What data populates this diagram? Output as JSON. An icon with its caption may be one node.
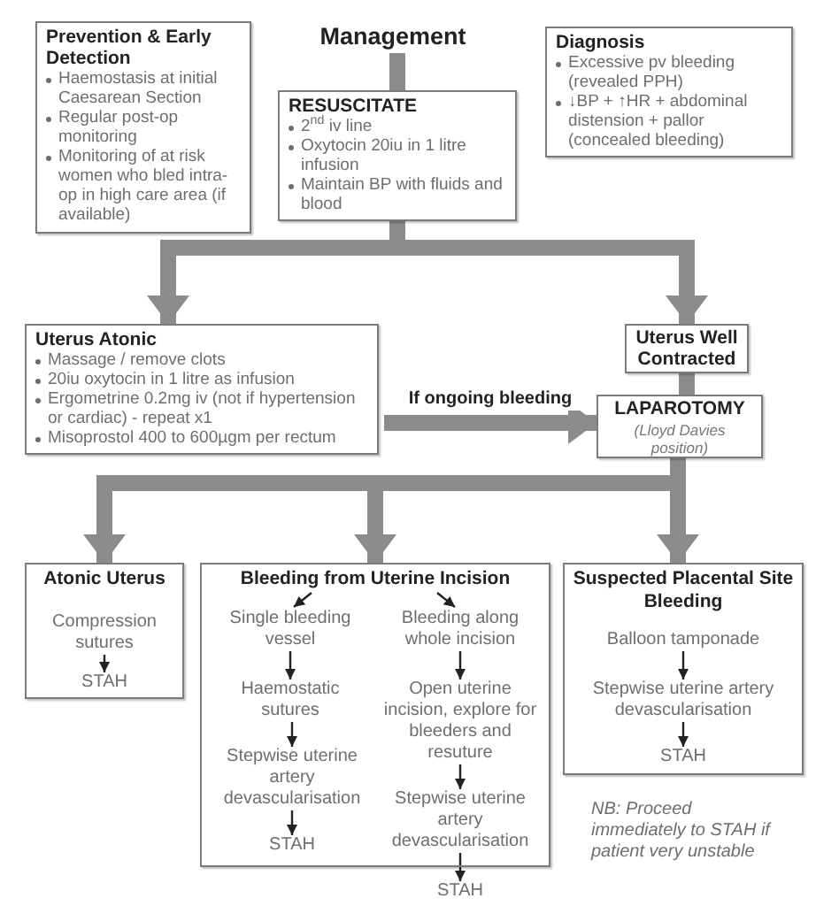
{
  "diagram": {
    "nodes": [
      {
        "text": [
          "Prevention & Early Detection",
          "Haemostasis at initial Caesarean Section",
          "Regular post-op monitoring",
          "Monitoring of at risk women who bled intra-op in high care area (if available)"
        ]
      },
      {
        "text": [
          "Management"
        ]
      },
      {
        "text": [
          "RESUSCITATE",
          "2$^{nd}$ iv line",
          "Oxytocin 20iu in 1 litre infusion",
          "Maintain BP with fluids and blood"
        ]
      },
      {
        "text": [
          "Diagnosis",
          "Excessive pv bleeding (revealed PPH)",
          "↓BP + ↑HR + abdominal distension + pallor (concealed bleeding)"
        ]
      },
      {
        "text": [
          "Uterus Atonic",
          "Massage / remove clots",
          "20iu oxytocin in 1 litre as infusion",
          "Ergometrine 0.2mg iv (not if hypertension or cardiac) - repeat x1",
          "Misoprostol 400 to 600µgm per rectum"
        ]
      },
      {
        "text": [
          "Uterus Well Contracted"
        ]
      },
      {
        "text": [
          "LAPAROTOMY",
          "(Lloyd Davies position)"
        ]
      },
      {
        "text": [
          "Atonic Uterus"
        ]
      },
      {
        "text": [
          "Compression sutures"
        ],
        "in": 7
      },
      {
        "text": [
          "STAH"
        ],
        "in": 7
      },
      {
        "text": [
          "Bleeding from Uterine Incision"
        ]
      },
      {
        "text": [
          "Single bleeding vessel"
        ],
        "in": 10
      },
      {
        "text": [
          "Haemostatic sutures"
        ],
        "in": 10
      },
      {
        "text": [
          "Stepwise uterine artery devascularisation"
        ],
        "in": 10
      },
      {
        "text": [
          "STAH"
        ],
        "in": 10
      },
      {
        "text": [
          "Bleeding along whole incision"
        ],
        "in": 10
      },
      {
        "text": [
          "Open uterine incision, explore for bleeders and resuture"
        ],
        "in": 10
      },
      {
        "text": [
          "Stepwise uterine artery devascularisation"
        ],
        "in": 10
      },
      {
        "text": [
          "STAH"
        ]
      },
      {
        "text": [
          "Suspected Placental Site Bleeding"
        ]
      },
      {
        "text": [
          "Balloon tamponade"
        ],
        "in": 19
      },
      {
        "text": [
          "Stepwise uterine artery devascularisation"
        ],
        "in": 19
      },
      {
        "text": [
          "STAH"
        ],
        "in": 19
      }
    ],
    "edges": [
      {
        "from": 1,
        "to": 2,
        "arrow": "none",
        "style": "thick",
        "color": "#8c8c8c"
      },
      {
        "from": 2,
        "to": 4,
        "arrow": "to",
        "style": "thick",
        "color": "#8c8c8c"
      },
      {
        "from": 2,
        "to": 5,
        "arrow": "to",
        "style": "thick",
        "color": "#8c8c8c"
      },
      {
        "from": 4,
        "to": 6,
        "arrow": "to",
        "label": "If ongoing bleeding",
        "style": "thick",
        "color": "#8c8c8c"
      },
      {
        "from": 5,
        "to": 6,
        "arrow": "none",
        "style": "thick",
        "color": "#8c8c8c"
      },
      {
        "from": 6,
        "to": 7,
        "arrow": "to",
        "style": "thick",
        "color": "#8c8c8c"
      },
      {
        "from": 6,
        "to": 10,
        "arrow": "to",
        "style": "thick",
        "color": "#8c8c8c"
      },
      {
        "from": 6,
        "to": 19,
        "arrow": "to",
        "style": "thick",
        "color": "#8c8c8c"
      },
      {
        "from": null,
        "to": 11,
        "arrow": "to"
      },
      {
        "from": null,
        "to": 15,
        "arrow": "to"
      },
      {
        "from": 8,
        "to": 9,
        "arrow": "to"
      },
      {
        "from": 11,
        "to": 12,
        "arrow": "to"
      },
      {
        "from": 12,
        "to": 13,
        "arrow": "to"
      },
      {
        "from": 13,
        "to": 14,
        "arrow": "to"
      },
      {
        "from": 15,
        "to": 16,
        "arrow": "to"
      },
      {
        "from": 16,
        "to": 17,
        "arrow": "to"
      },
      {
        "from": 17,
        "to": 18,
        "arrow": "to"
      },
      {
        "from": 20,
        "to": 21,
        "arrow": "to"
      },
      {
        "from": 21,
        "to": 22,
        "arrow": "to"
      }
    ],
    "labels": [
      "NB: Proceed immediately to STAH if patient very unstable"
    ]
  }
}
